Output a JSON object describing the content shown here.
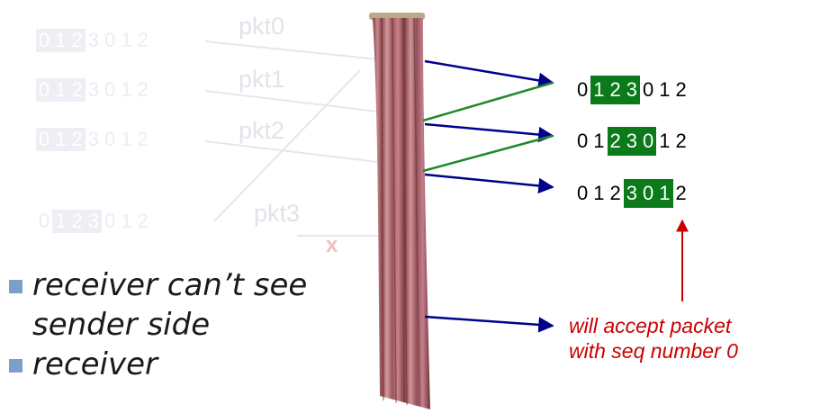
{
  "sender_rows": [
    {
      "digits": [
        "0",
        "1",
        "2",
        "3",
        "0",
        "1",
        "2"
      ],
      "hl": [
        0,
        1,
        2
      ],
      "label": "pkt0"
    },
    {
      "digits": [
        "0",
        "1",
        "2",
        "3",
        "0",
        "1",
        "2"
      ],
      "hl": [
        0,
        1,
        2
      ],
      "label": "pkt1"
    },
    {
      "digits": [
        "0",
        "1",
        "2",
        "3",
        "0",
        "1",
        "2"
      ],
      "hl": [
        0,
        1,
        2
      ],
      "label": "pkt2"
    },
    {
      "digits": [
        "0",
        "1",
        "2",
        "3",
        "0",
        "1",
        "2"
      ],
      "hl": [
        1,
        2,
        3
      ],
      "label": "pkt3"
    }
  ],
  "receiver_rows": [
    {
      "digits": [
        "0",
        "1",
        "2",
        "3",
        "0",
        "1",
        "2"
      ],
      "hl": [
        1,
        2,
        3
      ]
    },
    {
      "digits": [
        "0",
        "1",
        "2",
        "3",
        "0",
        "1",
        "2"
      ],
      "hl": [
        2,
        3,
        4
      ]
    },
    {
      "digits": [
        "0",
        "1",
        "2",
        "3",
        "0",
        "1",
        "2"
      ],
      "hl": [
        3,
        4,
        5
      ]
    }
  ],
  "loss_marker": "x",
  "bullets": [
    "receiver can’t see sender side",
    "receiver"
  ],
  "note_line1": "will accept packet",
  "note_line2": "with seq number 0",
  "colors": {
    "window": "#0a7a1a",
    "arrow_blue": "#00008b",
    "arrow_green": "#1f8a2a",
    "note": "#cc0000",
    "bullet": "#7b9fc6",
    "curtain": "#a8656a"
  }
}
